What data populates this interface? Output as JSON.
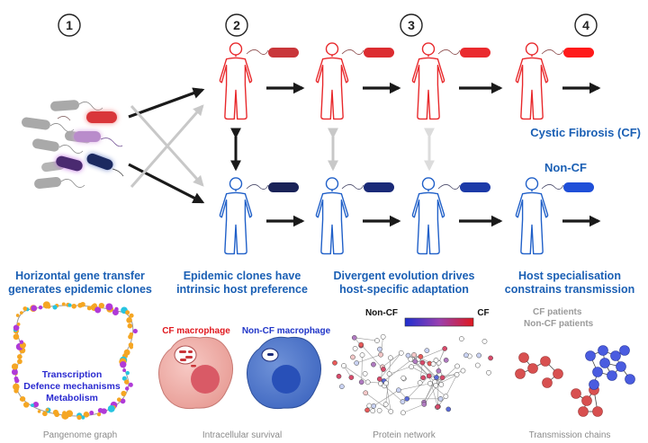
{
  "steps": [
    "1",
    "2",
    "3",
    "4"
  ],
  "legend": {
    "cf": "Cystic Fibrosis (CF)",
    "non_cf": "Non-CF"
  },
  "panels": [
    {
      "title_lines": [
        "Horizontal gene transfer",
        "generates epidemic clones"
      ],
      "caption": "Pangenome graph"
    },
    {
      "title_lines": [
        "Epidemic clones have",
        "intrinsic host preference"
      ],
      "caption": "Intracellular survival"
    },
    {
      "title_lines": [
        "Divergent evolution drives",
        "host-specific adaptation"
      ],
      "caption": "Protein network"
    },
    {
      "title_lines": [
        "Host specialisation",
        "constrains transmission"
      ],
      "caption": "Transmission chains"
    }
  ],
  "pangenome": {
    "labels": [
      "Transcription",
      "Defence mechanisms",
      "Metabolism"
    ]
  },
  "macrophage": {
    "cf_label": "CF macrophage",
    "non_cf_label": "Non-CF macrophage"
  },
  "network": {
    "scale_left": "Non-CF",
    "scale_right": "CF"
  },
  "transmission": {
    "legend": [
      "CF patients",
      "Non-CF patients"
    ]
  },
  "colors": {
    "cf_red": "#e8282b",
    "non_cf_blue": "#1f5fc8",
    "heading_blue": "#1a5fb4",
    "arrow_black": "#1a1a1a",
    "arrow_grey": "#c8c8c8"
  }
}
